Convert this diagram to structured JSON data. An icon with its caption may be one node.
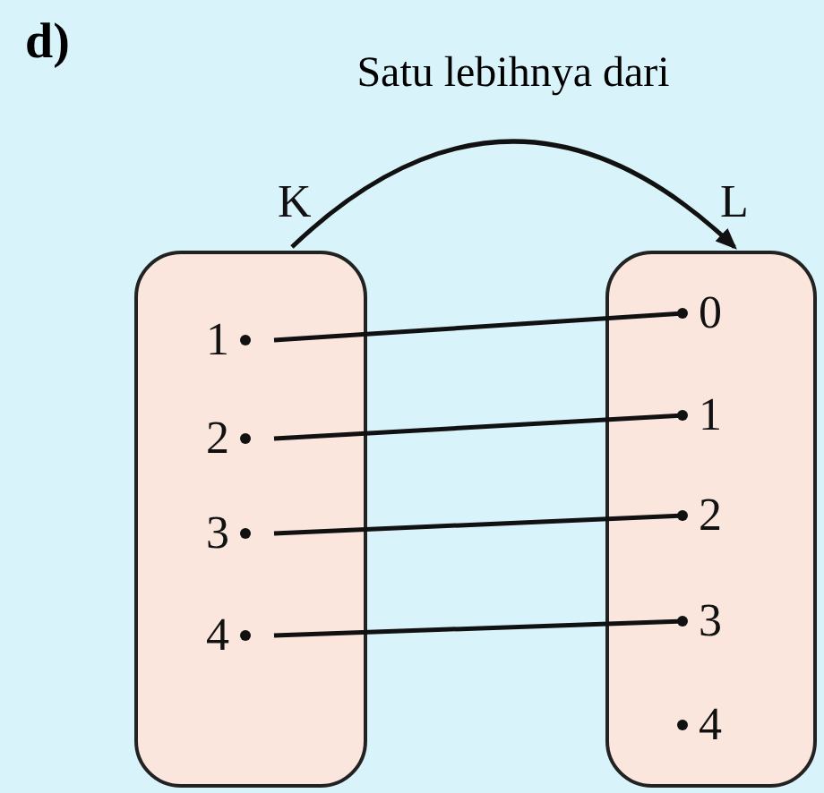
{
  "diagram": {
    "nodes": [
      {
        "text": [
          "K"
        ]
      },
      {
        "text": [
          "1"
        ],
        "in": 0
      },
      {
        "text": [
          "2"
        ],
        "in": 0
      },
      {
        "text": [
          "3"
        ],
        "in": 0
      },
      {
        "text": [
          "4"
        ],
        "in": 0
      },
      {
        "text": [
          "L"
        ]
      },
      {
        "text": [
          "0"
        ],
        "in": 5
      },
      {
        "text": [
          "1"
        ],
        "in": 5
      },
      {
        "text": [
          "2"
        ],
        "in": 5
      },
      {
        "text": [
          "3"
        ],
        "in": 5
      },
      {
        "text": [
          "4"
        ],
        "in": 5
      }
    ],
    "edges": [
      {
        "from": 0,
        "to": 5,
        "arrow": "to",
        "label": "Satu lebihnya dari"
      },
      {
        "from": 1,
        "to": 6,
        "arrow": "none"
      },
      {
        "from": 2,
        "to": 7,
        "arrow": "none"
      },
      {
        "from": 3,
        "to": 8,
        "arrow": "none"
      },
      {
        "from": 4,
        "to": 9,
        "arrow": "none"
      }
    ],
    "labels": [
      "d)"
    ]
  }
}
